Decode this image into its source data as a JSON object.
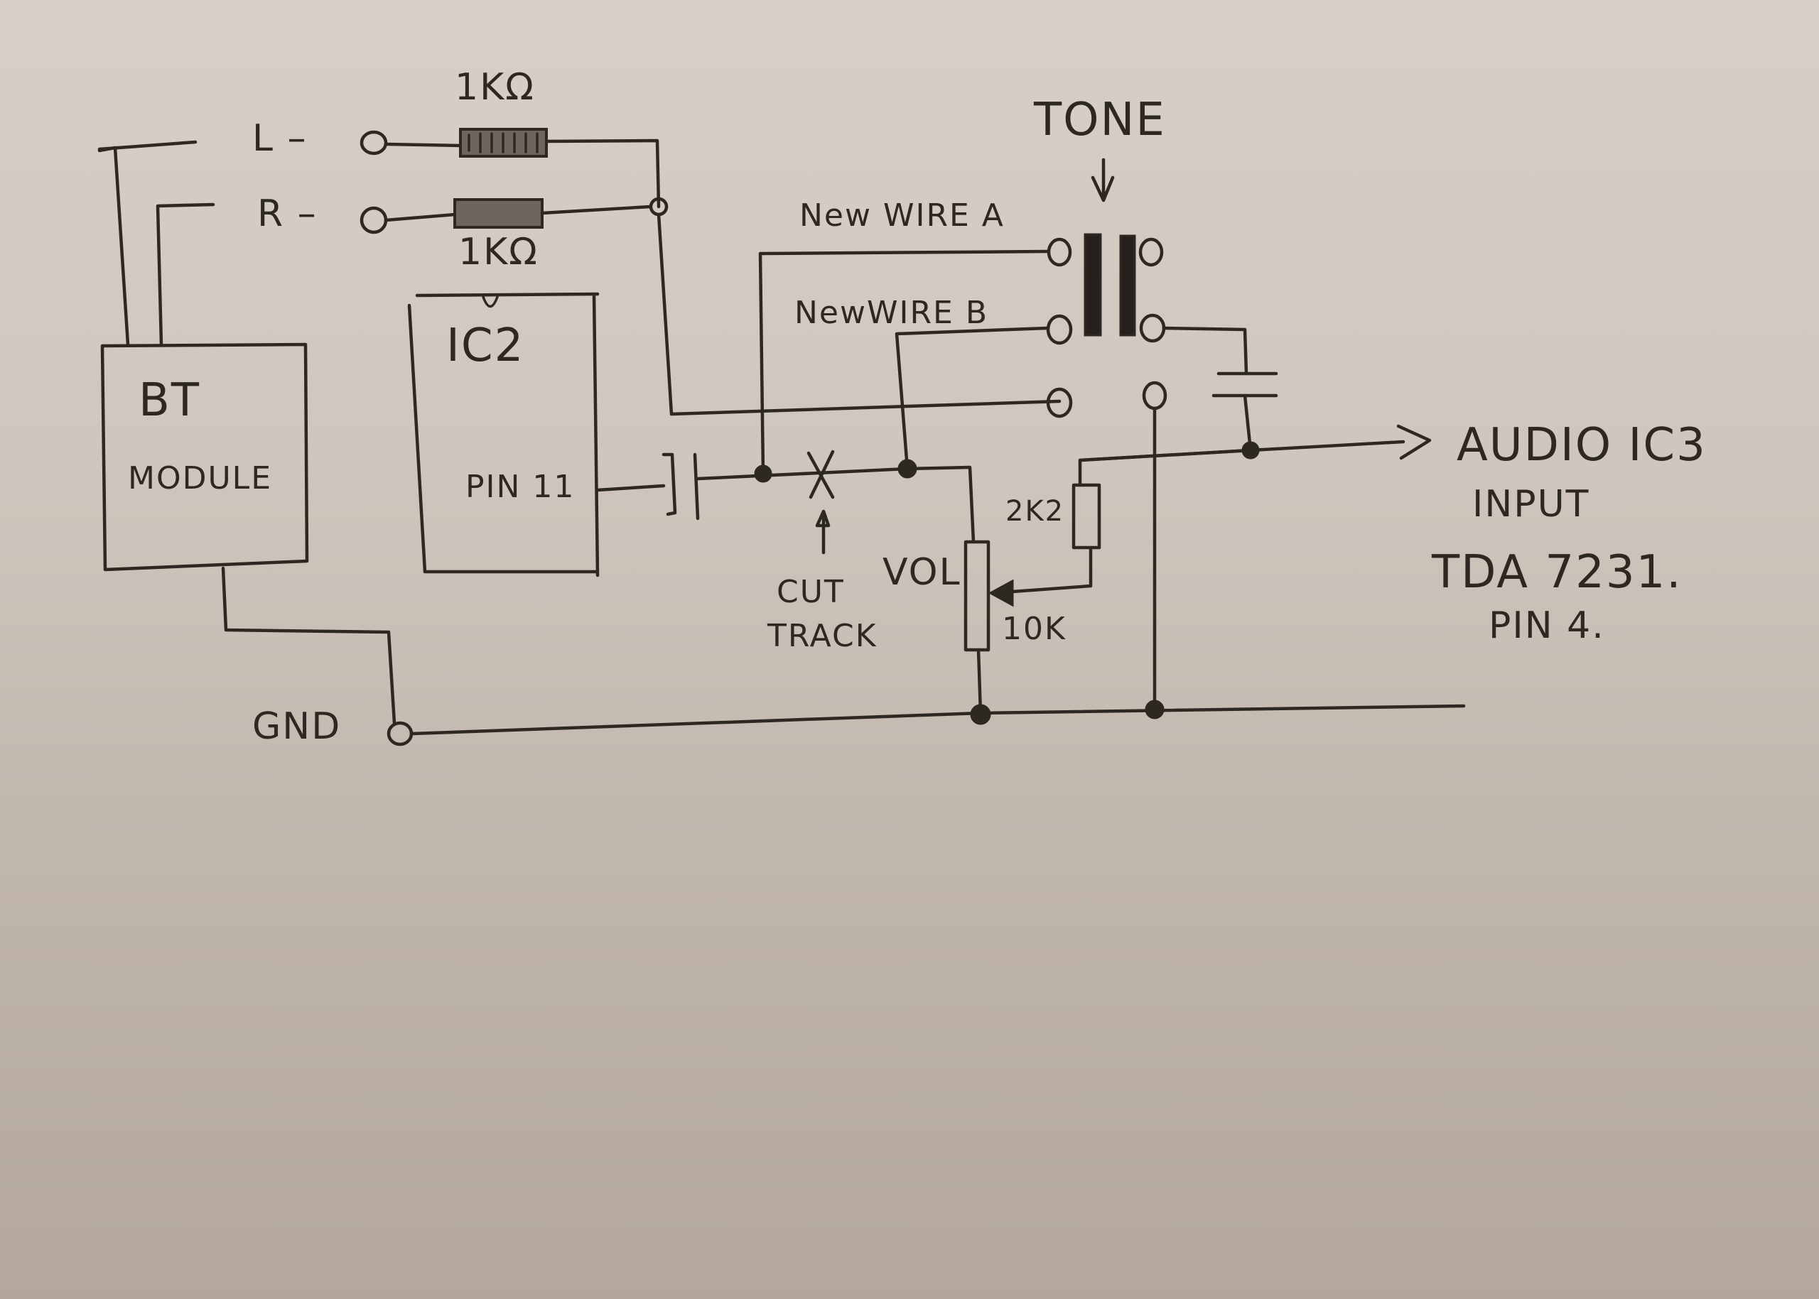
{
  "diagram": {
    "type": "hand-drawn circuit schematic",
    "paper_color": "#cfc6bd",
    "ink_color": "#2e2823",
    "components": {
      "bt_module": {
        "label_line1": "BT",
        "label_line2": "MODULE"
      },
      "ic2": {
        "label": "IC2",
        "pin_label": "PIN 11"
      },
      "input_left": {
        "label": "L –"
      },
      "input_right": {
        "label": "R –"
      },
      "resistor_left": {
        "value": "1KΩ"
      },
      "resistor_right": {
        "value": "1KΩ"
      },
      "tone_switch": {
        "label": "TONE",
        "arrow": "↓"
      },
      "new_wire_a": {
        "label": "New WIRE A"
      },
      "new_wire_b": {
        "label": "NewWIRE B"
      },
      "cut_track": {
        "line1": "CUT",
        "line2": "TRACK",
        "marker": "X"
      },
      "volume_pot": {
        "label": "VOL",
        "value": "10K"
      },
      "resistor_2k2": {
        "value": "2K2"
      },
      "ground": {
        "label": "GND"
      },
      "output": {
        "line1": "AUDIO IC3",
        "line2": "INPUT",
        "line3": "TDA 7231.",
        "line4": "PIN 4."
      }
    }
  }
}
